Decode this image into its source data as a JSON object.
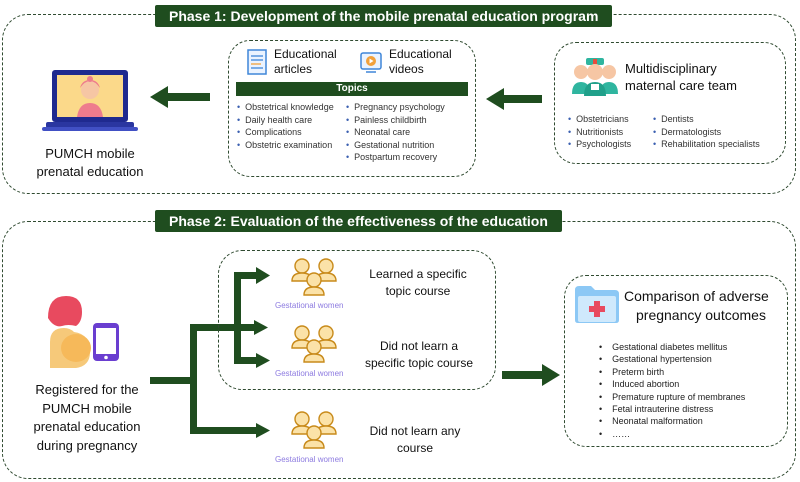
{
  "phase1": {
    "title": "Phase 1: Development of the mobile prenatal education program",
    "platform_label_line1": "PUMCH mobile",
    "platform_label_line2": "prenatal education",
    "articles_line1": "Educational",
    "articles_line2": "articles",
    "videos_line1": "Educational",
    "videos_line2": "videos",
    "topics_header": "Topics",
    "topics_left": [
      "Obstetrical knowledge",
      "Daily health care",
      "Complications",
      "Obstetric examination"
    ],
    "topics_right": [
      "Pregnancy psychology",
      "Painless childbirth",
      "Neonatal care",
      "Gestational nutrition",
      "Postpartum recovery"
    ],
    "team_line1": "Multidisciplinary",
    "team_line2": "maternal care team",
    "team_left": [
      "Obstetricians",
      "Nutritionists",
      "Psychologists"
    ],
    "team_right": [
      "Dentists",
      "Dermatologists",
      "Rehabilitation specialists"
    ]
  },
  "phase2": {
    "title": "Phase 2: Evaluation of the effectiveness of the education",
    "registered_lines": [
      "Registered for the",
      "PUMCH mobile",
      "prenatal education",
      "during pregnancy"
    ],
    "group_label": "Gestational women",
    "group1_lines": [
      "Learned a specific",
      "topic course"
    ],
    "group2_lines": [
      "Did not learn a",
      "specific topic course"
    ],
    "group3_lines": [
      "Did not learn any",
      "course"
    ],
    "comparison_line1": "Comparison of adverse",
    "comparison_line2": "pregnancy outcomes",
    "outcomes": [
      "Gestational diabetes mellitus",
      "Gestational hypertension",
      "Preterm birth",
      "Induced abortion",
      "Premature rupture of membranes",
      "Fetal intrauterine distress",
      "Neonatal malformation",
      "……"
    ]
  },
  "colors": {
    "dark_green": "#1f4d1f",
    "bullet_blue": "#3a5fb0",
    "label_purple": "#8d7be0"
  }
}
